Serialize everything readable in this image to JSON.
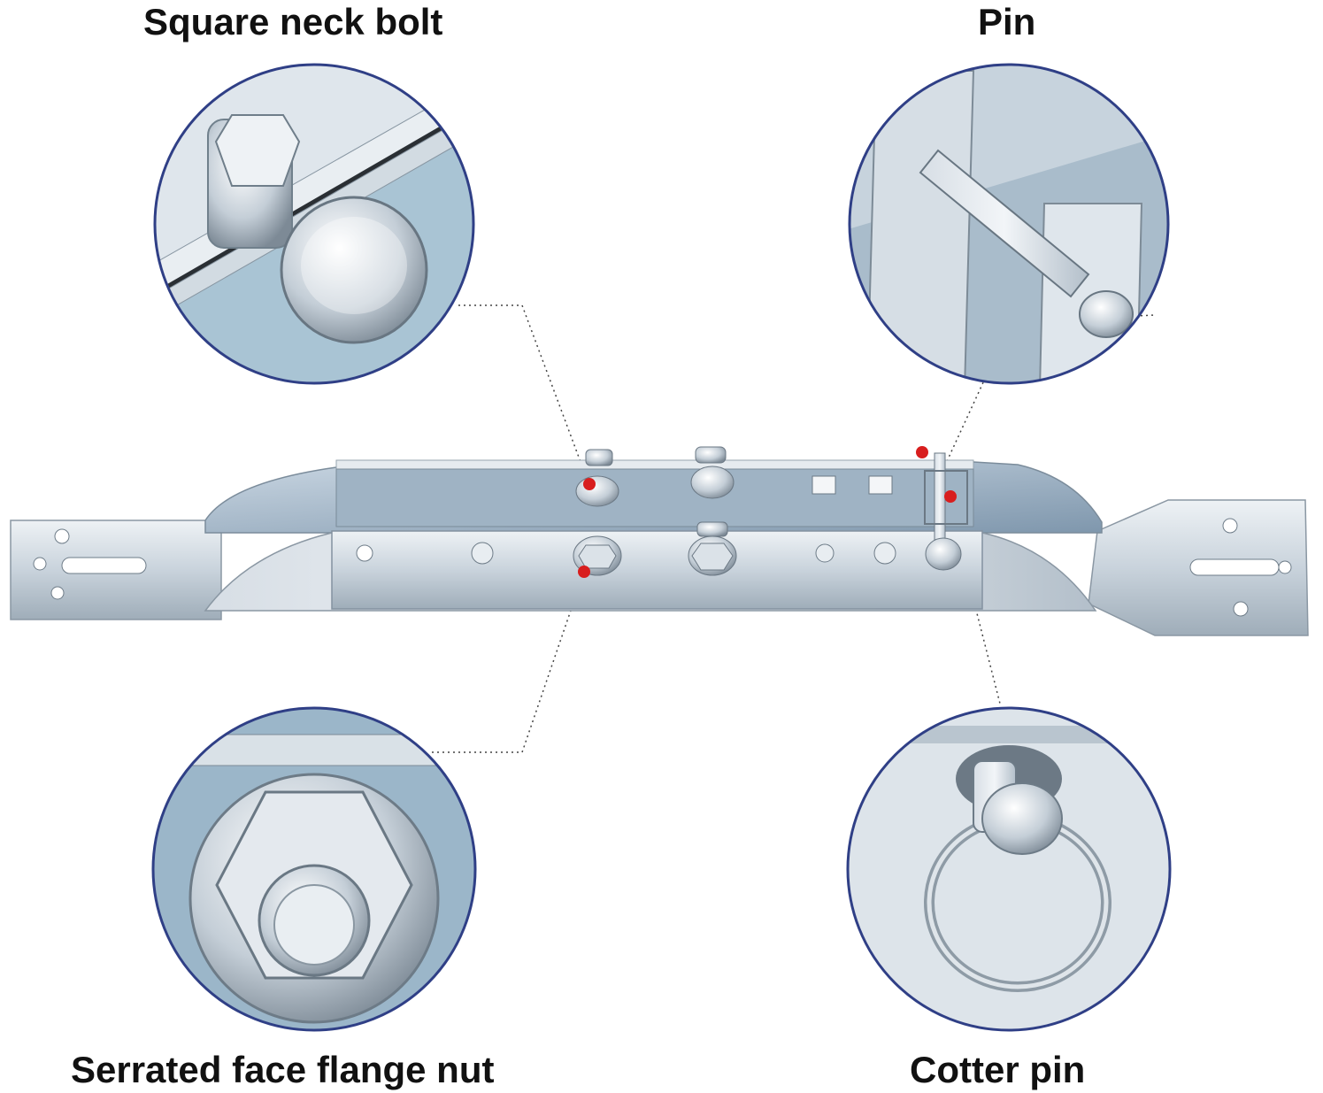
{
  "labels": {
    "square_neck_bolt": "Square neck bolt",
    "pin": "Pin",
    "serrated_face_flange_nut": "Serrated face flange nut",
    "cotter_pin": "Cotter pin"
  },
  "colors": {
    "circle_border": "#2f3f86",
    "marker": "#d81e1e",
    "steel_light": "#e3e8ee",
    "steel_mid": "#b9c4ce",
    "steel_dark": "#7f8d99",
    "callout_line": "#444444",
    "text": "#111111"
  }
}
